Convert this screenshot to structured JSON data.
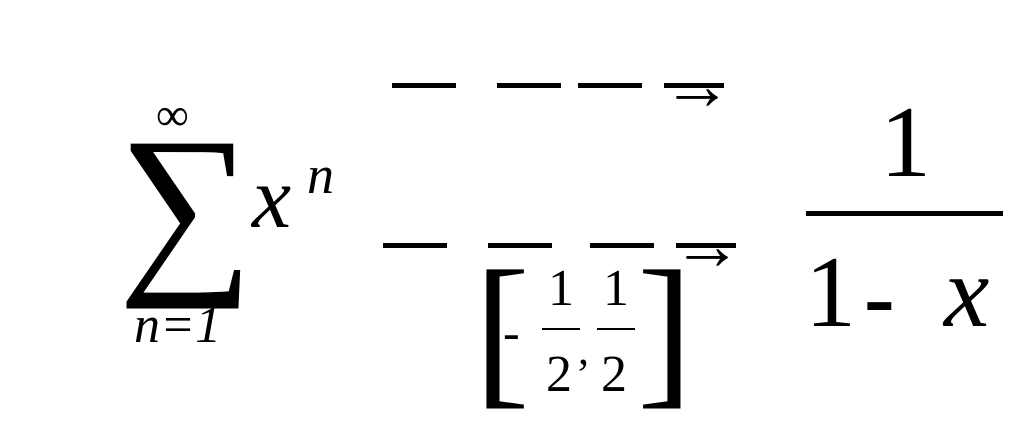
{
  "formula": {
    "sum": {
      "operator": "∑",
      "upper": "∞",
      "lower": "n=1"
    },
    "term": {
      "base": "x",
      "exponent": "n"
    },
    "arrow_glyph": "→",
    "interval": {
      "left_bracket": "[",
      "right_bracket": "]",
      "minus": "-",
      "left_numerator": "1",
      "left_denominator": "2",
      "comma": ",",
      "right_numerator": "1",
      "right_denominator": "2"
    },
    "result": {
      "numerator": "1",
      "den_one": "1",
      "den_minus": "-",
      "den_x": "x"
    }
  }
}
